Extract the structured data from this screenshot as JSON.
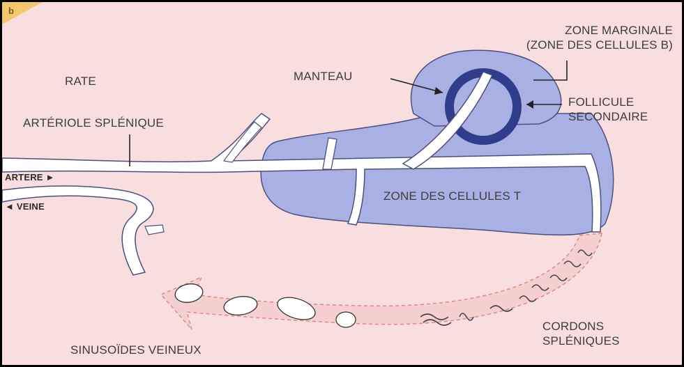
{
  "figure": {
    "panel_letter": "b",
    "labels": {
      "rate": "RATE",
      "arteriole": "ARTÉRIOLE SPLÉNIQUE",
      "artere": "ARTERE ►",
      "veine": "◄ VEINE",
      "manteau": "MANTEAU",
      "zone_marginale_line1": "ZONE MARGINALE",
      "zone_marginale_line2": "(ZONE DES CELLULES B)",
      "follicule_line1": "FOLLICULE",
      "follicule_line2": "SECONDAIRE",
      "zone_t": "ZONE DES CELLULES T",
      "cordons_line1": "CORDONS",
      "cordons_line2": "SPLÉNIQUES",
      "sinusoides": "SINUSOÏDES VEINEUX"
    },
    "colors": {
      "background": "#f8dede",
      "tissue_fill": "#a9b1e4",
      "tissue_stroke": "#4b4f7e",
      "follicle_ring": "#2f3d8a",
      "vessel_fill": "#ffffff",
      "arrow_fill": "#f6cfcf",
      "arrow_stroke": "#d98a8a",
      "corner_tab": "#f2c86a"
    }
  }
}
